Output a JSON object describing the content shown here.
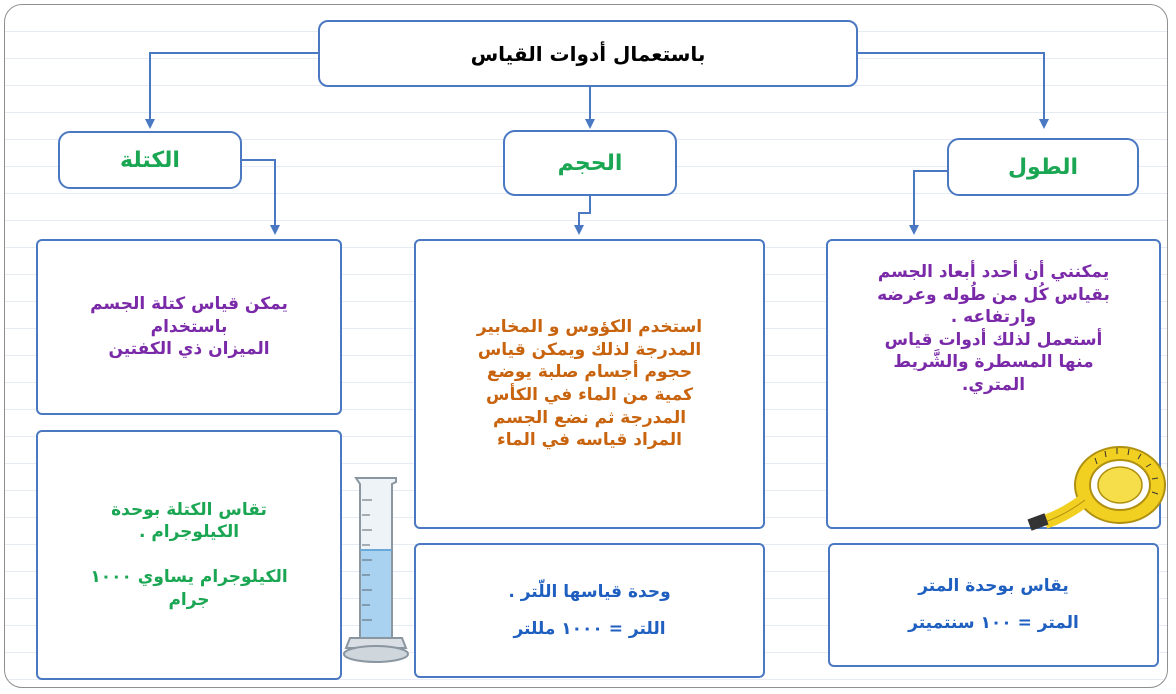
{
  "title": "باستعمال أدوات القياس",
  "branches": {
    "length": {
      "heading": "الطول",
      "description_lines": [
        "يمكنني أن أحدد أبعاد الجسم",
        "بقياس كُل من طُوله وعرضه",
        "وارتفاعه .",
        "أستعمل لذلك أدوات قياس",
        "منها المسطرة والشَّريط",
        "المتري."
      ],
      "unit_lines": [
        "يقاس بوحدة المتر",
        "المتر = ١٠٠ سنتميتر"
      ],
      "image_icon": "measuring-tape"
    },
    "volume": {
      "heading": "الحجم",
      "description_lines": [
        "استخدم الكؤوس و المخابير",
        "المدرجة لذلك ويمكن قياس",
        "حجوم أجسام صلبة يوضع",
        "كمية من الماء في الكأس",
        "المدرجة ثم  نضع الجسم",
        "المراد قياسه في الماء"
      ],
      "unit_lines": [
        "وحدة قياسها اللّتر .",
        "اللتر = ١٠٠٠ مللتر"
      ],
      "image_icon": "graduated-cylinder"
    },
    "mass": {
      "heading": "الكتلة",
      "description_lines": [
        "يمكن قياس كتلة الجسم",
        "باستخدام",
        "الميزان ذي الكفتين"
      ],
      "unit_lines": [
        "تقاس الكتلة بوحدة",
        "الكيلوجرام .",
        "",
        "الكيلوجرام يساوي ١٠٠٠",
        "جرام"
      ]
    }
  },
  "colors": {
    "box_border": "#4a78c2",
    "arrow": "#4a78c2",
    "green": "#1aa652",
    "blue": "#1f5fc0",
    "purple": "#7a2aa8",
    "brown": "#c8630e"
  }
}
